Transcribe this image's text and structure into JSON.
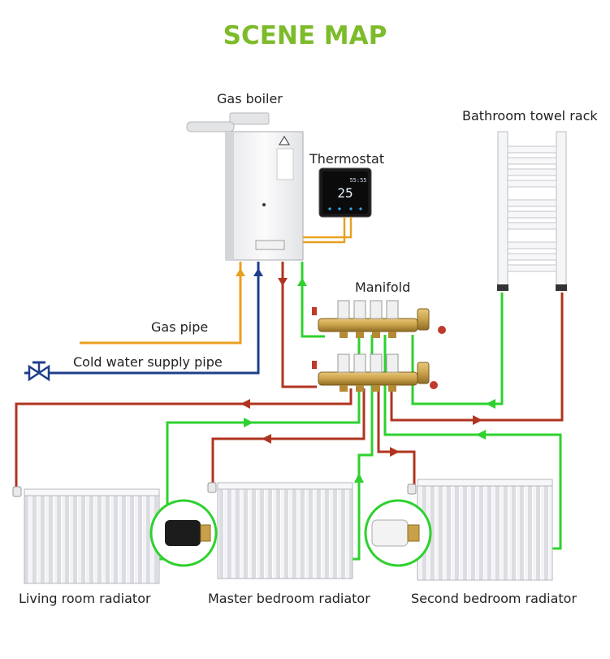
{
  "title": "SCENE MAP",
  "labels": {
    "gas_boiler": "Gas boiler",
    "thermostat": "Thermostat",
    "bathroom_towel_rack": "Bathroom towel rack",
    "manifold": "Manifold",
    "gas_pipe": "Gas pipe",
    "cold_water_supply_pipe": "Cold water supply pipe",
    "living_room_radiator": "Living room radiator",
    "master_bedroom_radiator": "Master bedroom radiator",
    "second_bedroom_radiator": "Second bedroom radiator"
  },
  "thermostat_display": {
    "temperature": "25",
    "time": "55:55"
  },
  "colors": {
    "title": "#7dbb2a",
    "hot_pipe": "#b03420",
    "return_pipe": "#2ed12e",
    "gas_pipe": "#e8a020",
    "cold_pipe": "#1e3f8a",
    "brass": "#c9a14a",
    "thermostat_bg": "#1a1a1a"
  }
}
